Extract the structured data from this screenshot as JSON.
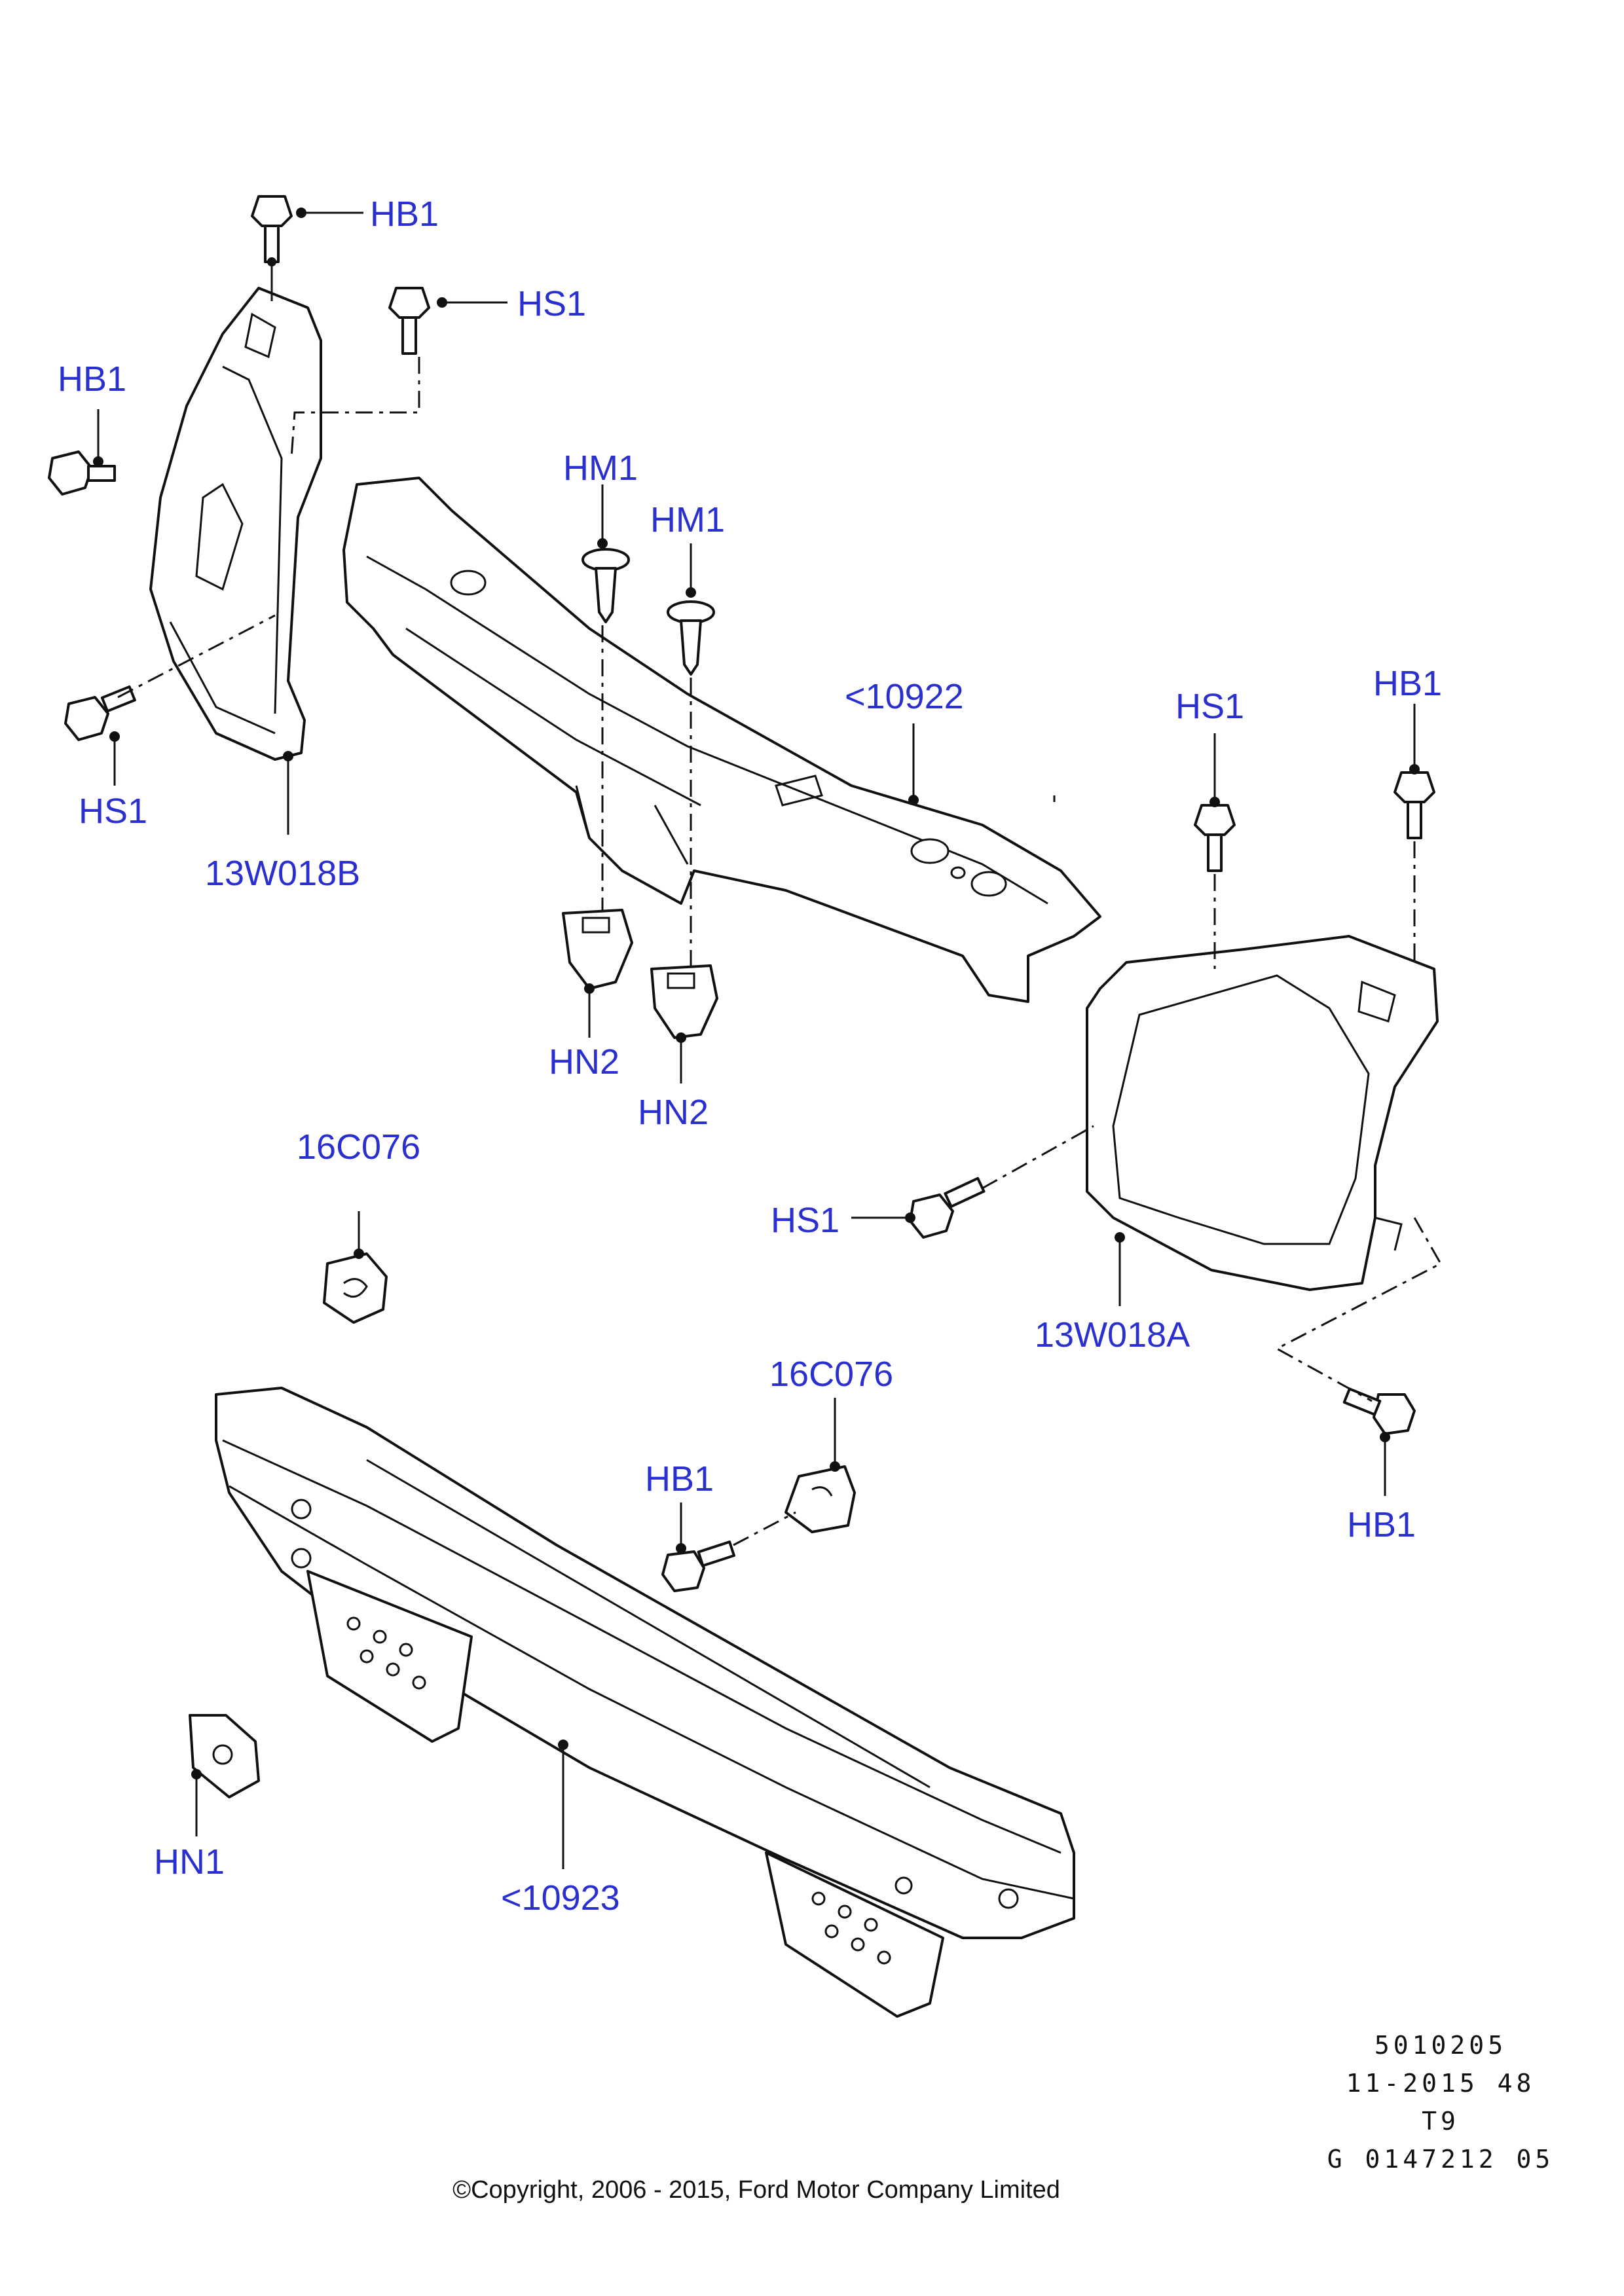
{
  "diagram": {
    "labels": [
      {
        "id": "hb1-top-left",
        "text": "HB1"
      },
      {
        "id": "hs1-top",
        "text": "HS1"
      },
      {
        "id": "hb1-left",
        "text": "HB1"
      },
      {
        "id": "hs1-left",
        "text": "HS1"
      },
      {
        "id": "part-13w018b",
        "text": "13W018B"
      },
      {
        "id": "hm1-a",
        "text": "HM1"
      },
      {
        "id": "hm1-b",
        "text": "HM1"
      },
      {
        "id": "part-10922",
        "text": "<10922"
      },
      {
        "id": "hn2-a",
        "text": "HN2"
      },
      {
        "id": "hn2-b",
        "text": "HN2"
      },
      {
        "id": "hs1-right-top",
        "text": "HS1"
      },
      {
        "id": "hb1-right-top",
        "text": "HB1"
      },
      {
        "id": "hs1-right-mid",
        "text": "HS1"
      },
      {
        "id": "part-13w018a",
        "text": "13W018A"
      },
      {
        "id": "part-16c076-a",
        "text": "16C076"
      },
      {
        "id": "part-16c076-b",
        "text": "16C076"
      },
      {
        "id": "hb1-mid",
        "text": "HB1"
      },
      {
        "id": "hb1-right-bottom",
        "text": "HB1"
      },
      {
        "id": "hn1",
        "text": "HN1"
      },
      {
        "id": "part-10923",
        "text": "<10923"
      }
    ],
    "reference": [
      "5010205",
      "11-2015 48",
      "T9",
      "G 0147212 05"
    ],
    "copyright": "©Copyright, 2006 - 2015, Ford Motor Company Limited"
  },
  "colors": {
    "label": "#2a2fd0",
    "line": "#111111",
    "background": "#ffffff"
  }
}
